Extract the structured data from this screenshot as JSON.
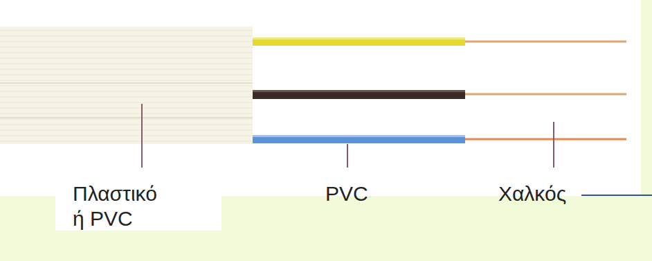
{
  "diagram": {
    "labels": [
      "Πλαστικό ή PVC",
      "PVC",
      "Χαλκός"
    ]
  }
}
